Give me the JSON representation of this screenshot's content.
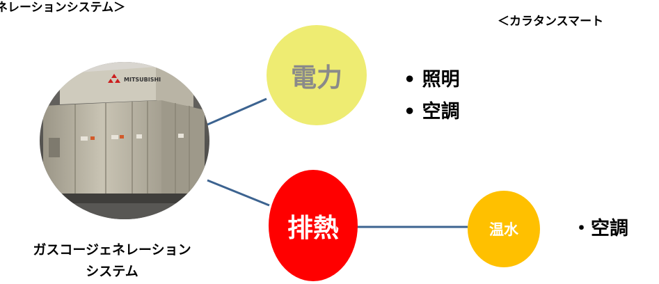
{
  "header": {
    "left_title": "ネレーションシステム＞",
    "right_title": "＜カラタンスマート"
  },
  "diagram": {
    "electricity": {
      "label": "電力",
      "color": "#eeec72",
      "text_color": "#8a8a8a"
    },
    "waste_heat": {
      "label": "排熱",
      "color": "#ff0000",
      "text_color": "#ffffff"
    },
    "hot_water": {
      "label": "温水",
      "color": "#ffc000",
      "text_color": "#ffffff"
    },
    "electric_uses": [
      "• 照明",
      "• 空調"
    ],
    "hot_water_uses": [
      "・空調"
    ],
    "connector_color": "#3c6390",
    "equipment_caption": [
      "ガスコージェネレーション",
      "システム"
    ],
    "equipment_brand": "MITSUBISHI"
  }
}
